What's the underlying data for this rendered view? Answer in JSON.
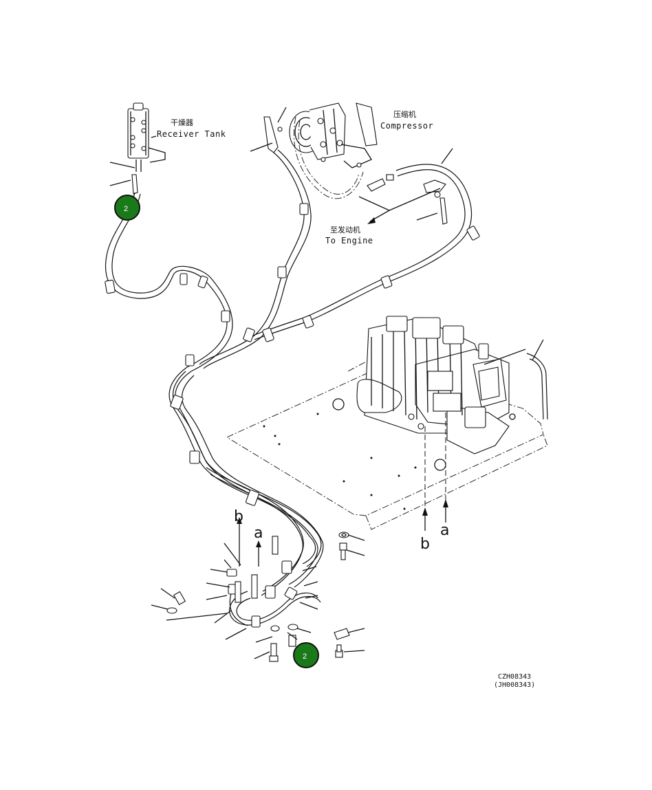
{
  "labels": {
    "receiver_tank_cn": "干燥器",
    "receiver_tank_en": "Receiver Tank",
    "compressor_cn": "压缩机",
    "compressor_en": "Compressor",
    "to_engine_cn": "至发动机",
    "to_engine_en": "To Engine"
  },
  "markers": {
    "arrow_b_left": "b",
    "arrow_a_left": "a",
    "arrow_b_right": "b",
    "arrow_a_right": "a"
  },
  "callouts": [
    {
      "number": "2",
      "color": "#1a7a1a"
    },
    {
      "number": "2",
      "color": "#1a7a1a"
    }
  ],
  "drawing_codes": {
    "primary": "CZH08343",
    "secondary": "(JH008343)"
  }
}
